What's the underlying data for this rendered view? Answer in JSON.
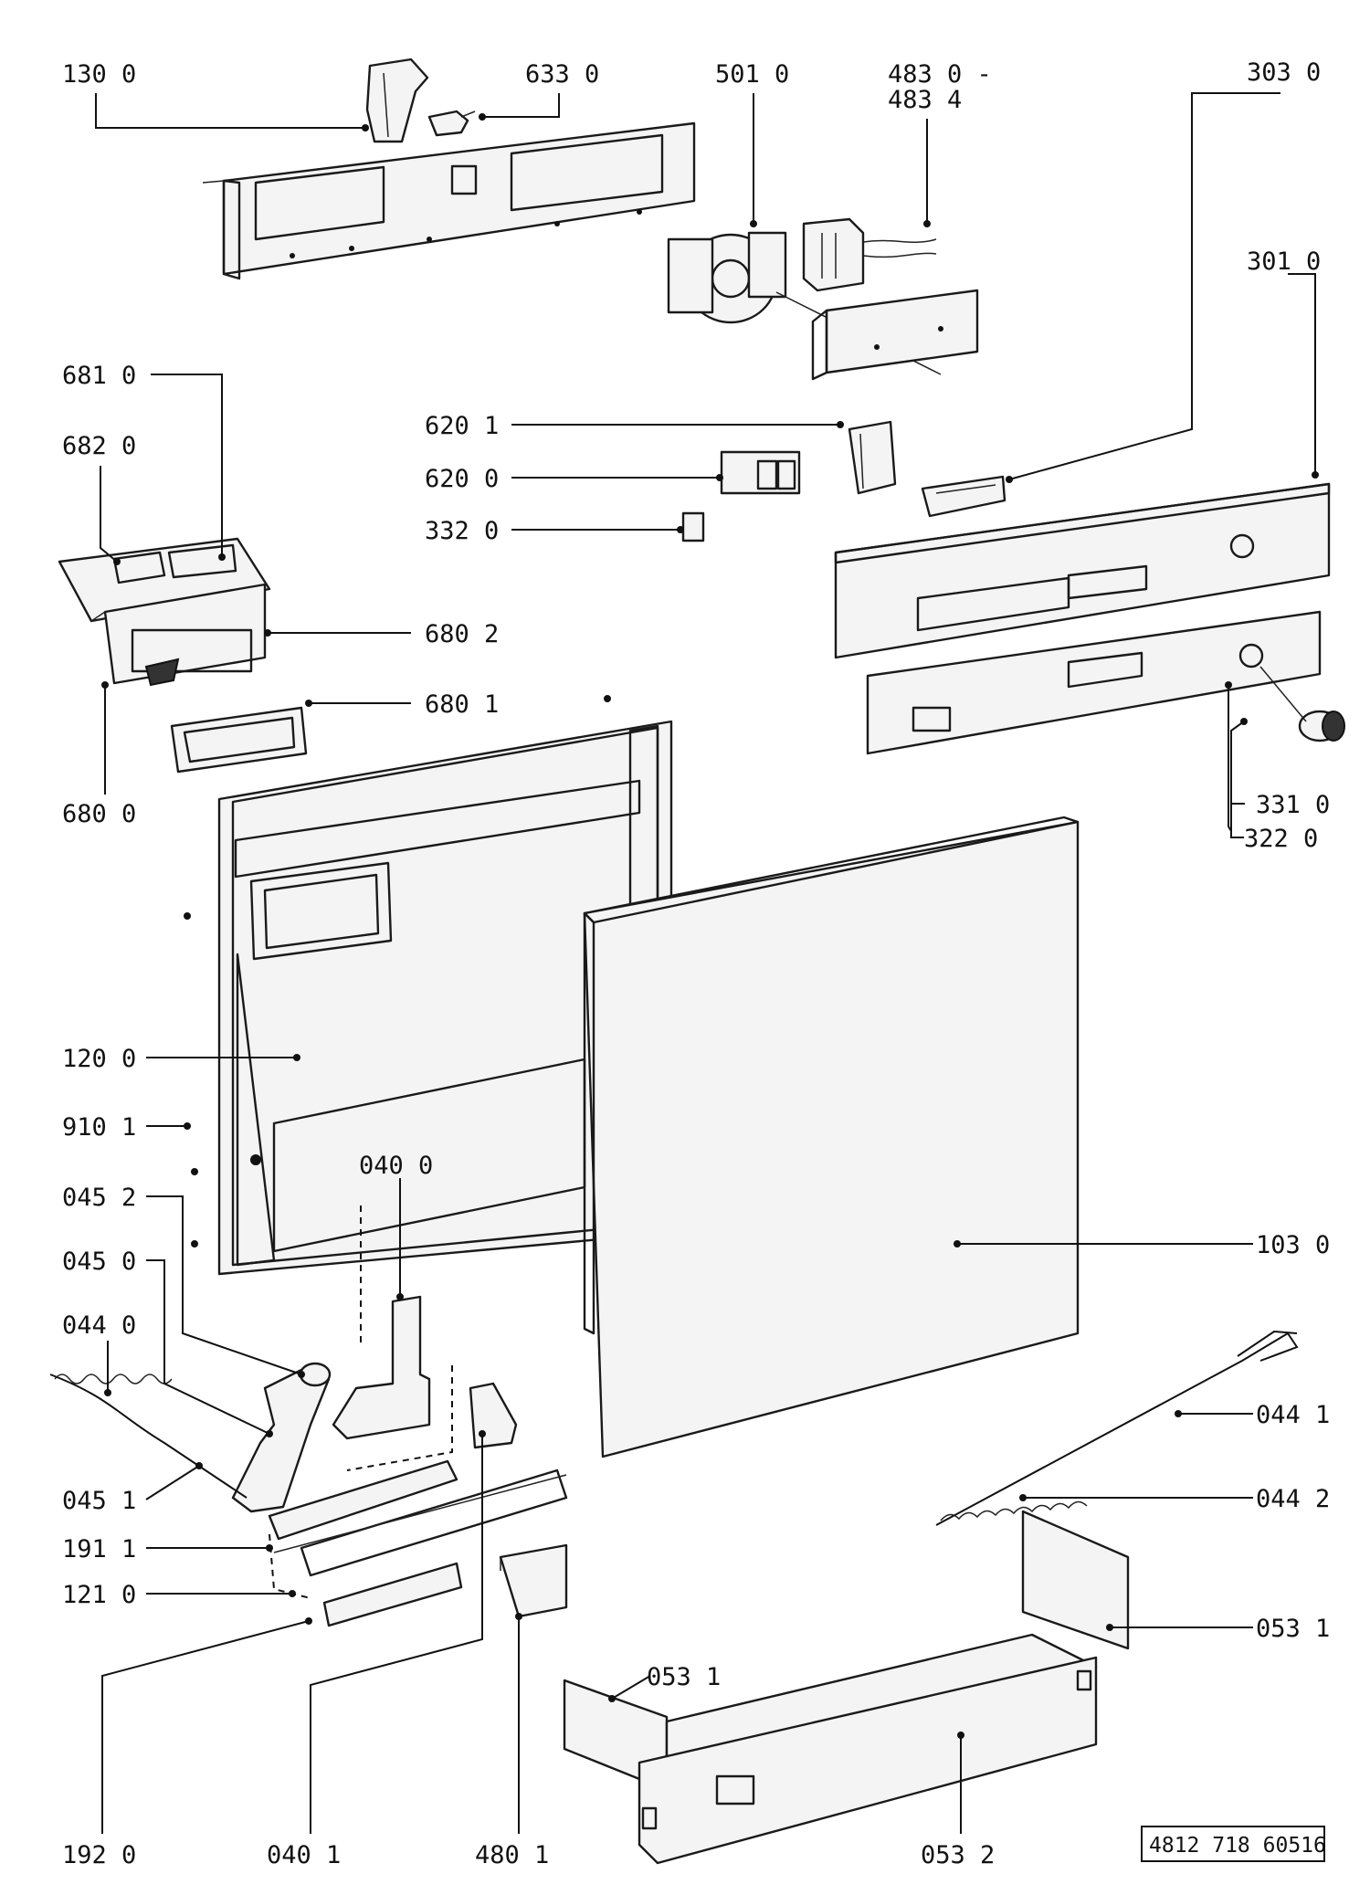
{
  "labels": {
    "l130_0": "130  0",
    "l633_0": "633  0",
    "l501_0": "501  0",
    "l483_0": "483  0 -",
    "l483_4": "483  4",
    "l303_0": "303  0",
    "l301_0": "301  0",
    "l681_0": "681  0",
    "l682_0": "682  0",
    "l620_1": "620  1",
    "l620_0": "620  0",
    "l332_0": "332  0",
    "l680_2": "680  2",
    "l680_1": "680  1",
    "l680_0": "680  0",
    "l331_0": "331  0",
    "l322_0": "322  0",
    "l120_0": "120  0",
    "l910_1": "910  1",
    "l040_0": "040  0",
    "l045_2": "045  2",
    "l045_0": "045  0",
    "l044_0": "044  0",
    "l103_0": "103  0",
    "l044_1": "044  1",
    "l045_1": "045  1",
    "l044_2": "044  2",
    "l191_1": "191  1",
    "l121_0": "121  0",
    "l053_1_right": "053  1",
    "l053_1_inner": "053  1",
    "l192_0": "192  0",
    "l040_1": "040  1",
    "l480_1": "480  1",
    "l053_2": "053  2"
  },
  "reference_number": "4812 718 60516"
}
